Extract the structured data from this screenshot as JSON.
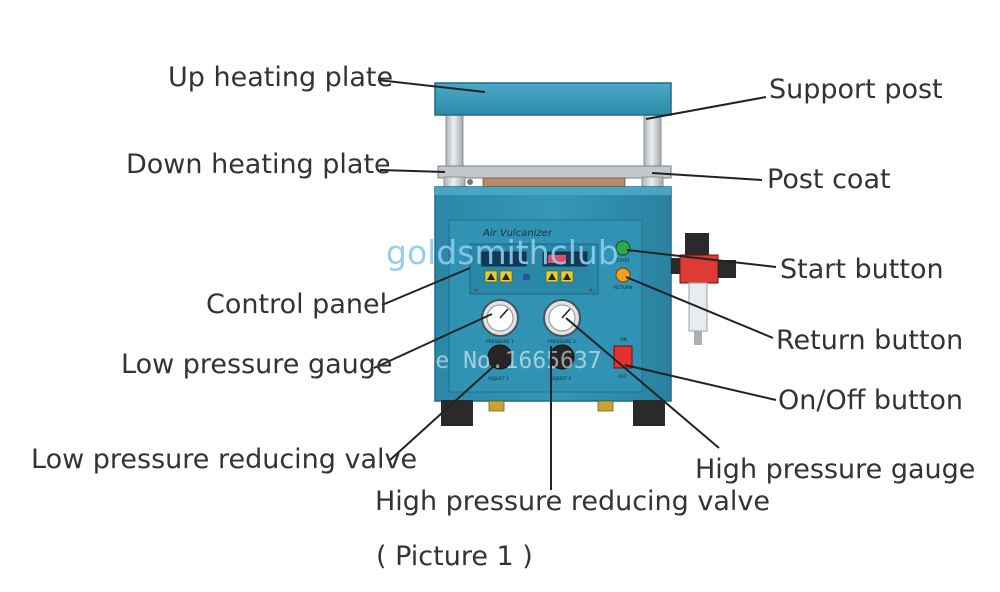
{
  "labels": {
    "up_heating_plate": "Up heating plate",
    "support_post": "Support post",
    "down_heating_plate": "Down heating plate",
    "post_coat": "Post coat",
    "start_button": "Start button",
    "control_panel": "Control panel",
    "return_button": "Return button",
    "low_pressure_gauge": "Low pressure gauge",
    "on_off_button": "On/Off button",
    "low_pressure_reducing_valve": "Low pressure reducing valve",
    "high_pressure_gauge": "High pressure gauge",
    "high_pressure_reducing_valve": "High pressure reducing valve"
  },
  "caption": "( Picture 1 )",
  "machine": {
    "brand_text": "Air Vulcanizer",
    "pressure1_label": "PRESSURE 1",
    "pressure2_label": "PRESSURE 2",
    "adjust1_label": "ADJUST 1",
    "adjust2_label": "ADJUST 2",
    "start_label": "START",
    "return_label": "RETURN",
    "on_label": "ON",
    "off_label": "OFF"
  },
  "watermarks": {
    "brand": "goldsmithclub",
    "store": "Store No.1665637"
  },
  "colors": {
    "machine_body": "#2f8fae",
    "plate": "#3d9dbd",
    "post": "#c9cdd1",
    "label_text": "#333333",
    "watermark": "#8ec9ee",
    "start_button": "#2fa84a",
    "return_button": "#f0a020",
    "power_switch": "#e2322f"
  }
}
